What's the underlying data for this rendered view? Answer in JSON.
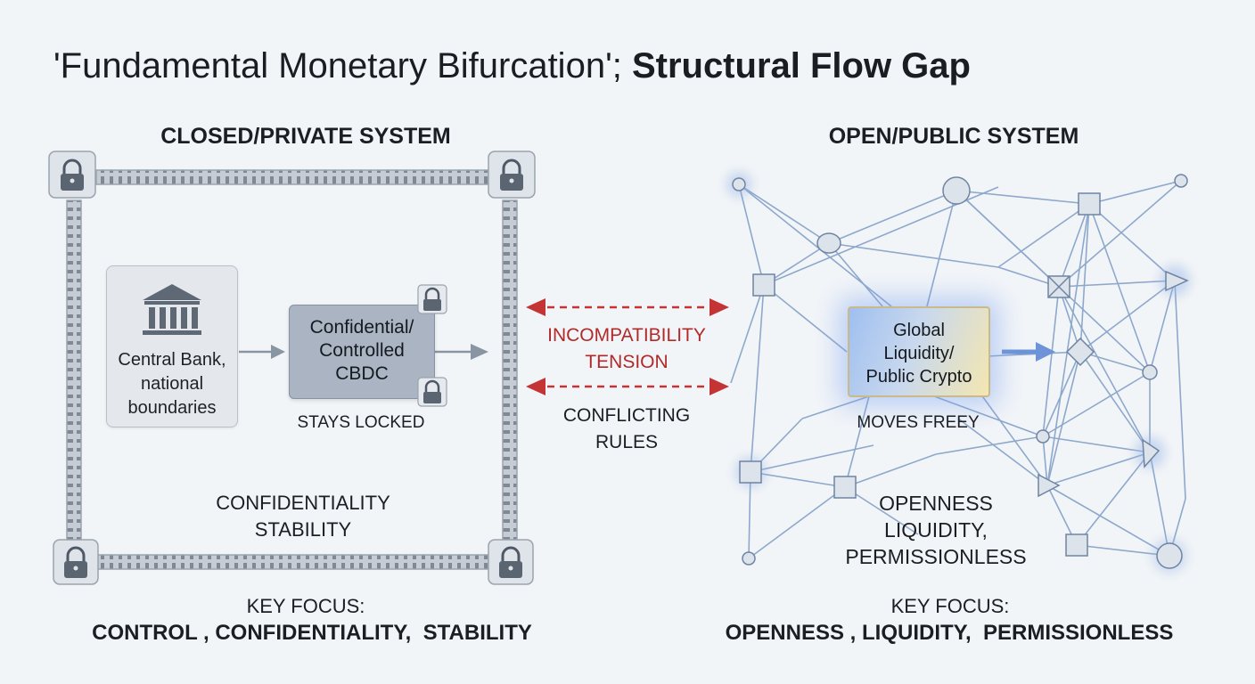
{
  "title": {
    "regular": "'Fundamental Monetary Bifurcation';",
    "bold": "Structural Flow Gap"
  },
  "closed_system": {
    "heading": "CLOSED/PRIVATE SYSTEM",
    "central_bank_label": "Central Bank,\nnational\nboundaries",
    "cbdc_label": "Confidential/\nControlled\nCBDC",
    "cbdc_status": "STAYS LOCKED",
    "values": "CONFIDENTIALITY\nSTABILITY",
    "key_focus_label": "KEY FOCUS:",
    "key_focus_items": "CONTROL , CONFIDENTIALITY,  STABILITY"
  },
  "middle": {
    "tension": "INCOMPATIBILITY\nTENSION",
    "conflict": "CONFLICTING\nRULES"
  },
  "open_system": {
    "heading": "OPEN/PUBLIC SYSTEM",
    "global_label": "Global\nLiquidity/\nPublic Crypto",
    "global_status": "MOVES FREEY",
    "values": "OPENNESS\nLIQUIDITY,\nPERMISSIONLESS",
    "key_focus_label": "KEY FOCUS:",
    "key_focus_items": "OPENNESS , LIQUIDITY,  PERMISSIONLESS"
  },
  "colors": {
    "frame": "#9aa3ad",
    "network_line": "#8ea8cc",
    "network_node": "#dde3ea",
    "tension_red": "#c43434",
    "flow_arrow": "#6d93d8"
  },
  "icons": [
    "lock-icon",
    "bank-icon",
    "network-node"
  ]
}
